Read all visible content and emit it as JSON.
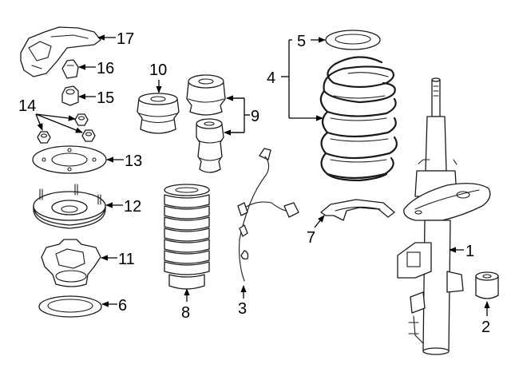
{
  "colors": {
    "background": "#ffffff",
    "line": "#1a1a1a"
  },
  "callouts": {
    "c1": "1",
    "c2": "2",
    "c3": "3",
    "c4": "4",
    "c5": "5",
    "c6": "6",
    "c7": "7",
    "c8": "8",
    "c9": "9",
    "c10": "10",
    "c11": "11",
    "c12": "12",
    "c13": "13",
    "c14": "14",
    "c15": "15",
    "c16": "16",
    "c17": "17"
  }
}
